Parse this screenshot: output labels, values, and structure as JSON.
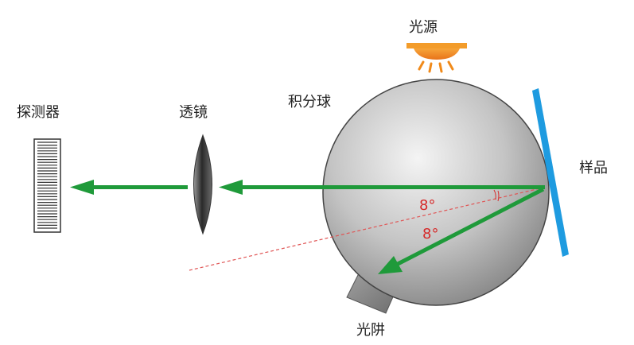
{
  "labels": {
    "light_source": "光源",
    "integrating_sphere": "积分球",
    "detector": "探测器",
    "lens": "透镜",
    "sample": "样品",
    "light_trap": "光阱",
    "angle_upper": "8°",
    "angle_lower": "8°"
  },
  "colors": {
    "beam": "#1f9a3a",
    "sample": "#1e9be0",
    "light": "#f08a1a",
    "angle": "#d62828",
    "sphere_light": "#f2f2f2",
    "sphere_dark": "#8c8c8c"
  }
}
